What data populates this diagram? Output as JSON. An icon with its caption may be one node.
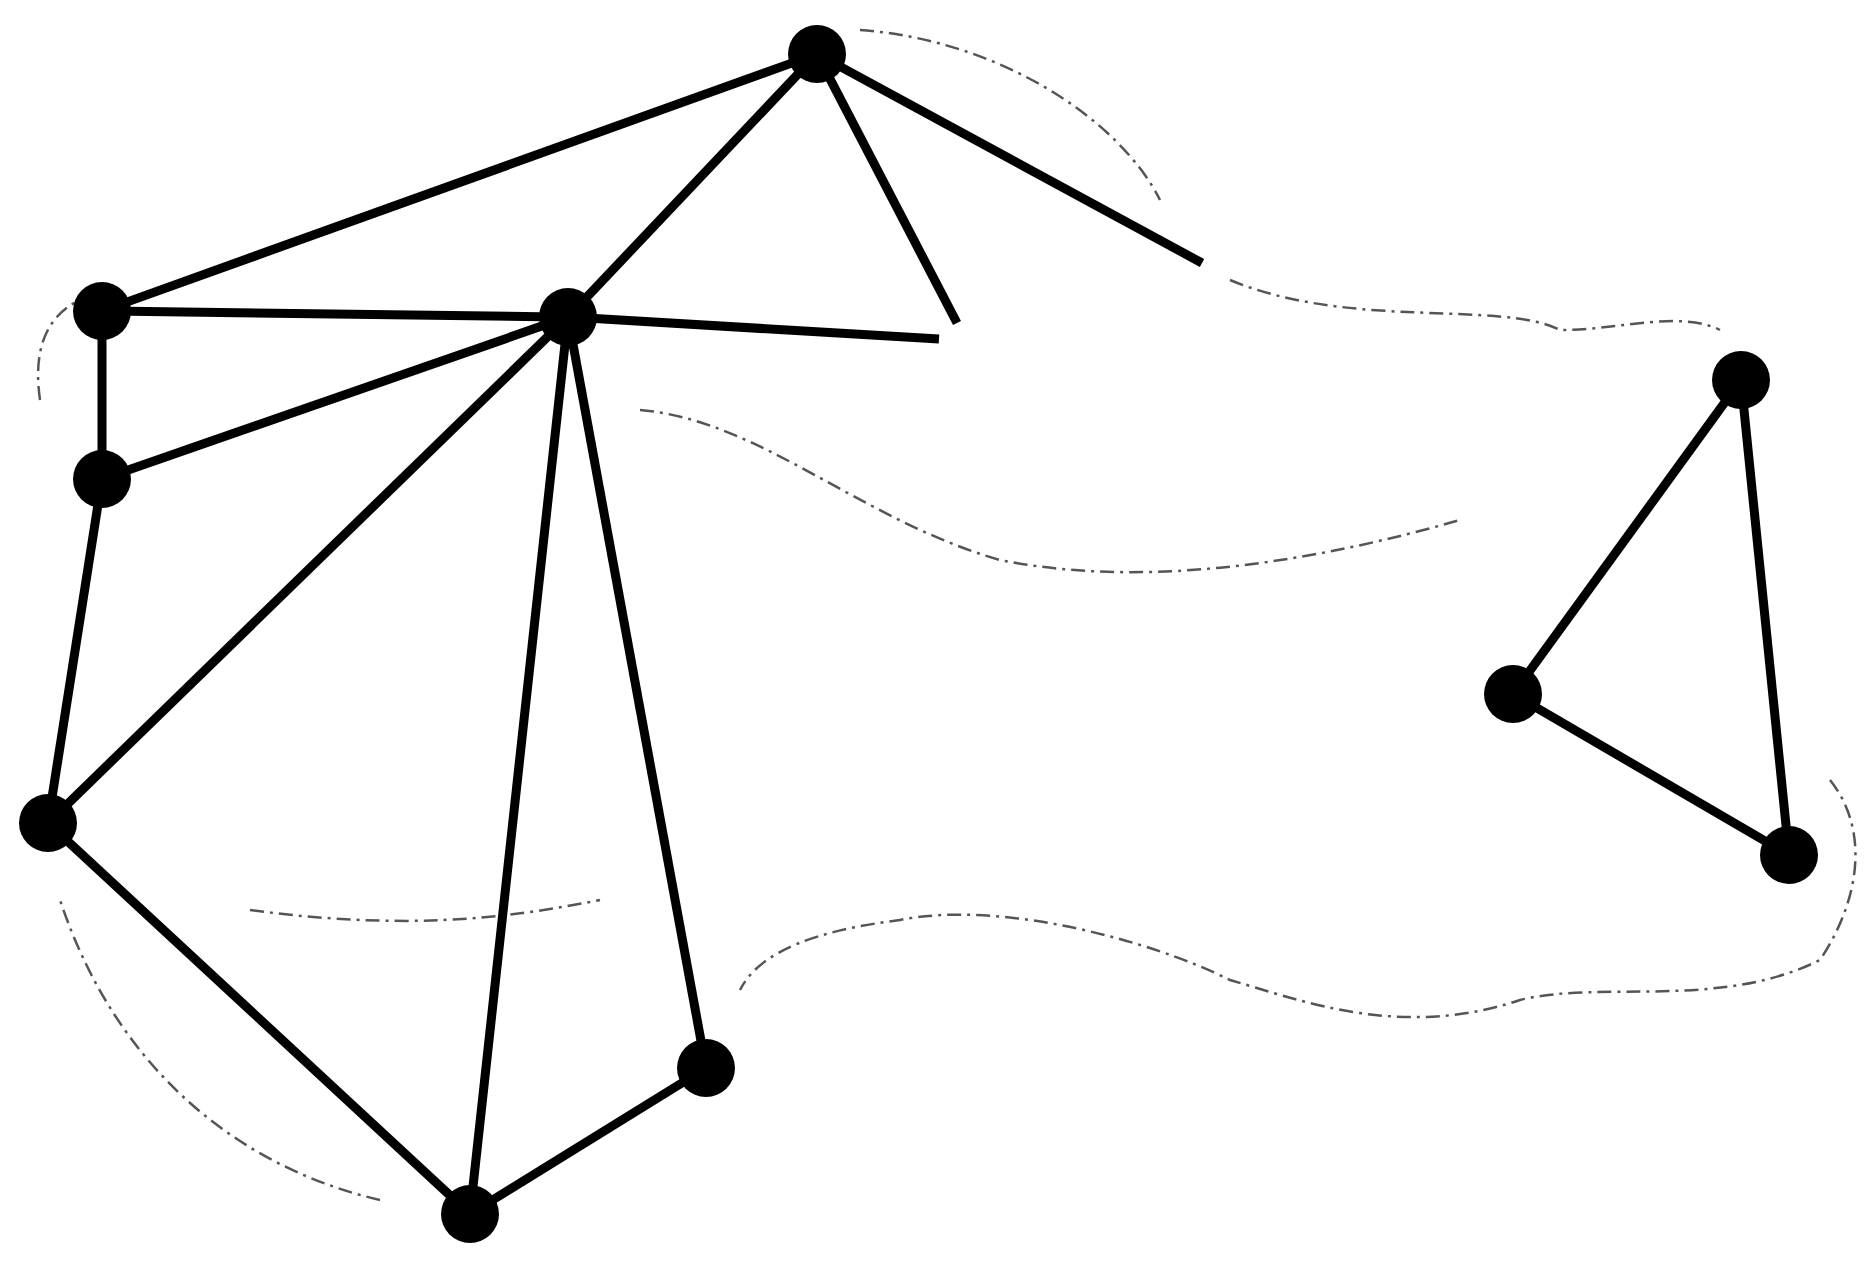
{
  "diagram": {
    "nodes": [
      {
        "text": [],
        "shape": "circle"
      },
      {
        "text": [],
        "shape": "circle"
      },
      {
        "text": [],
        "shape": "circle"
      },
      {
        "text": [],
        "shape": "circle"
      },
      {
        "text": [],
        "shape": "circle"
      },
      {
        "text": [],
        "shape": "circle"
      },
      {
        "text": [],
        "shape": "circle"
      },
      {
        "text": [],
        "shape": "circle"
      },
      {
        "text": [],
        "shape": "circle"
      },
      {
        "text": [],
        "shape": "circle"
      }
    ],
    "edges": [
      {
        "from": 1,
        "to": 0,
        "arrow": "none"
      },
      {
        "from": 0,
        "to": 2,
        "arrow": "none"
      },
      {
        "from": 0,
        "to": null,
        "arrow": "none"
      },
      {
        "from": 0,
        "to": null,
        "arrow": "none"
      },
      {
        "from": 1,
        "to": 2,
        "arrow": "none"
      },
      {
        "from": 2,
        "to": null,
        "arrow": "none"
      },
      {
        "from": 2,
        "to": 3,
        "arrow": "none"
      },
      {
        "from": 1,
        "to": 3,
        "arrow": "none"
      },
      {
        "from": 3,
        "to": 6,
        "arrow": "none"
      },
      {
        "from": 2,
        "to": 6,
        "arrow": "none"
      },
      {
        "from": 2,
        "to": 9,
        "arrow": "none"
      },
      {
        "from": 2,
        "to": 8,
        "arrow": "none"
      },
      {
        "from": 6,
        "to": 9,
        "arrow": "none"
      },
      {
        "from": 9,
        "to": 8,
        "arrow": "none"
      },
      {
        "from": 4,
        "to": 5,
        "arrow": "none"
      },
      {
        "from": 4,
        "to": 7,
        "arrow": "none"
      },
      {
        "from": 5,
        "to": 7,
        "arrow": "none"
      }
    ]
  }
}
